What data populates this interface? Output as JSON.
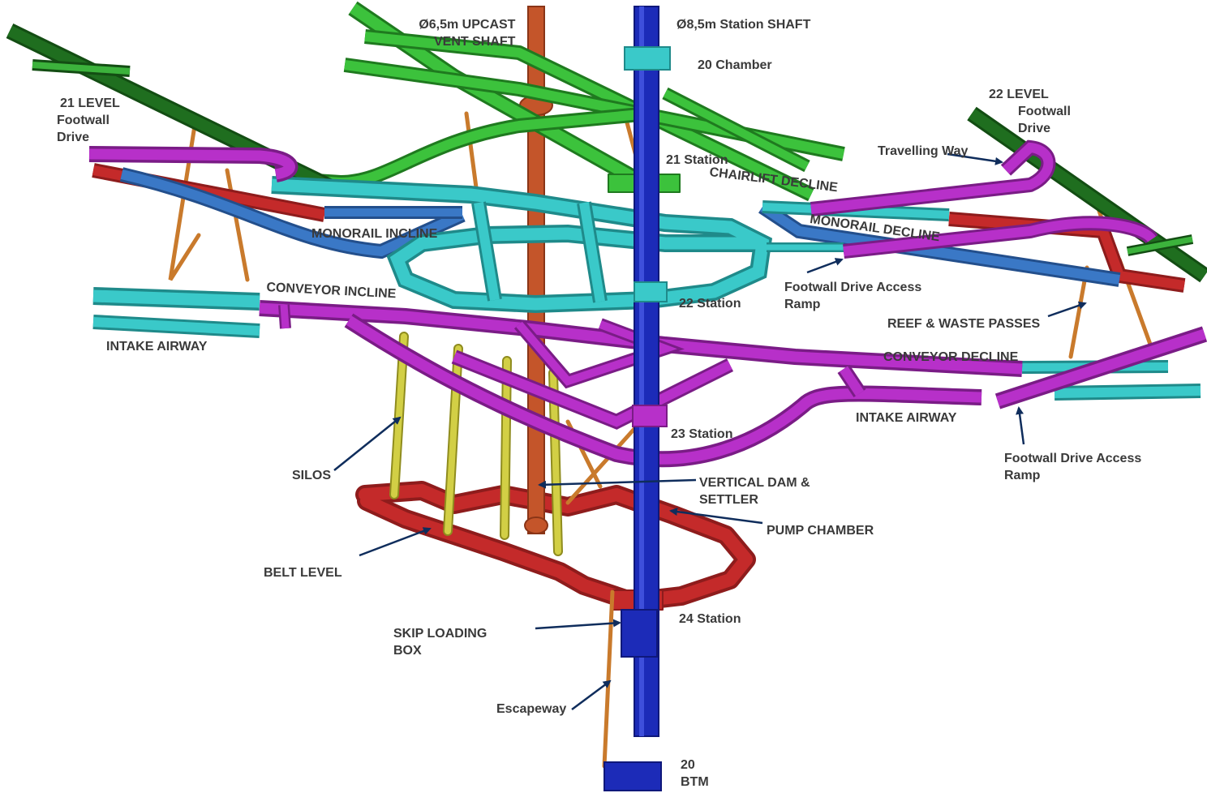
{
  "colors": {
    "station_shaft": "#1c2bb8",
    "upcast_shaft": "#c4552a",
    "green_level": "#3cc23c",
    "dark_green_level": "#1f6e1f",
    "magenta_level": "#b02cc2",
    "cyan_level": "#36c2c2",
    "blue_incline": "#3a78c6",
    "red_level": "#c22a2a",
    "silos": "#c9c63a",
    "passes": "#c97a2c",
    "arrow": "#0f2d5c",
    "label_text": "#3a3a3a"
  },
  "labels": {
    "upcast_shaft": [
      "Ø6,5m UPCAST",
      "VENT SHAFT"
    ],
    "station_shaft": "Ø8,5m Station SHAFT",
    "chamber_20": "20 Chamber",
    "level_21": [
      "21 LEVEL",
      "Footwall",
      "Drive"
    ],
    "level_22": [
      "22 LEVEL",
      "Footwall",
      "Drive"
    ],
    "travelling_way": "Travelling Way",
    "station_21": "21 Station",
    "chairlift_decline": "CHAIRLIFT DECLINE",
    "monorail_decline": "MONORAIL DECLINE",
    "monorail_incline": "MONORAIL INCLINE",
    "footwall_ramp_upper": [
      "Footwall Drive Access",
      "Ramp"
    ],
    "conveyor_incline": "CONVEYOR INCLINE",
    "station_22": "22 Station",
    "reef_waste_passes": "REEF & WASTE PASSES",
    "intake_airway_left": "INTAKE AIRWAY",
    "conveyor_decline": "CONVEYOR DECLINE",
    "intake_airway_right": "INTAKE AIRWAY",
    "station_23": "23 Station",
    "footwall_ramp_lower": [
      "Footwall Drive Access",
      "Ramp"
    ],
    "silos": "SILOS",
    "vertical_dam": [
      "VERTICAL DAM &",
      "SETTLER"
    ],
    "pump_chamber": "PUMP CHAMBER",
    "belt_level": "BELT LEVEL",
    "station_24": "24 Station",
    "skip_loading_box": [
      "SKIP LOADING",
      "BOX"
    ],
    "escapeway": "Escapeway",
    "btm": [
      "20",
      "BTM"
    ]
  }
}
